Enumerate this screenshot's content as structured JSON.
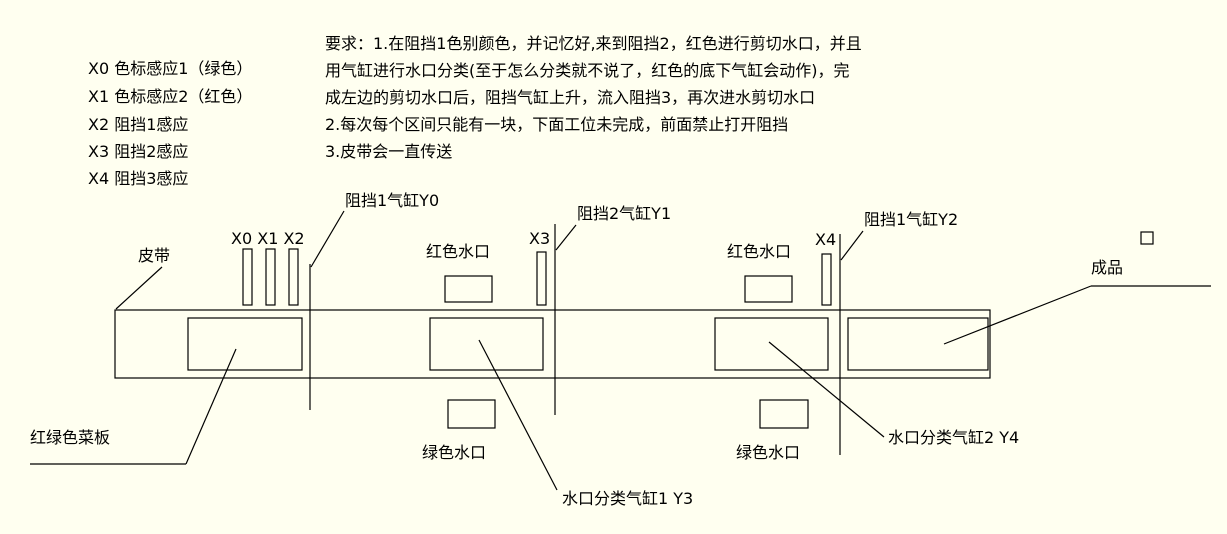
{
  "colors": {
    "background": "#FFFFF0",
    "line": "#000000",
    "text": "#000000"
  },
  "legend": {
    "items": [
      "X0 色标感应1（绿色）",
      "X1 色标感应2（红色）",
      "X2 阻挡1感应",
      "X3 阻挡2感应",
      "X4 阻挡3感应"
    ]
  },
  "requirements": {
    "lines": [
      "要求：1.在阻挡1色别颜色，并记忆好,来到阻挡2，红色进行剪切水口，并且",
      "用气缸进行水口分类(至于怎么分类就不说了，红色的底下气缸会动作)，完",
      "成左边的剪切水口后，阻挡气缸上升，流入阻挡3，再次进水剪切水口",
      "2.每次每个区间只能有一块，下面工位未完成，前面禁止打开阻挡",
      "3.皮带会一直传送"
    ]
  },
  "diagram_labels": {
    "belt": "皮带",
    "sensors_x0x1x2": "X0 X1 X2",
    "sensor_x3": "X3",
    "sensor_x4": "X4",
    "barrier1_cylinder": "阻挡1气缸Y0",
    "barrier2_cylinder": "阻挡2气缸Y1",
    "barrier3_cylinder": "阻挡1气缸Y2",
    "red_sprue_1": "红色水口",
    "red_sprue_2": "红色水口",
    "green_sprue_1": "绿色水口",
    "green_sprue_2": "绿色水口",
    "finished_product": "成品",
    "board": "红绿色菜板",
    "sorter_cylinder_1": "水口分类气缸1 Y3",
    "sorter_cylinder_2": "水口分类气缸2 Y4"
  }
}
